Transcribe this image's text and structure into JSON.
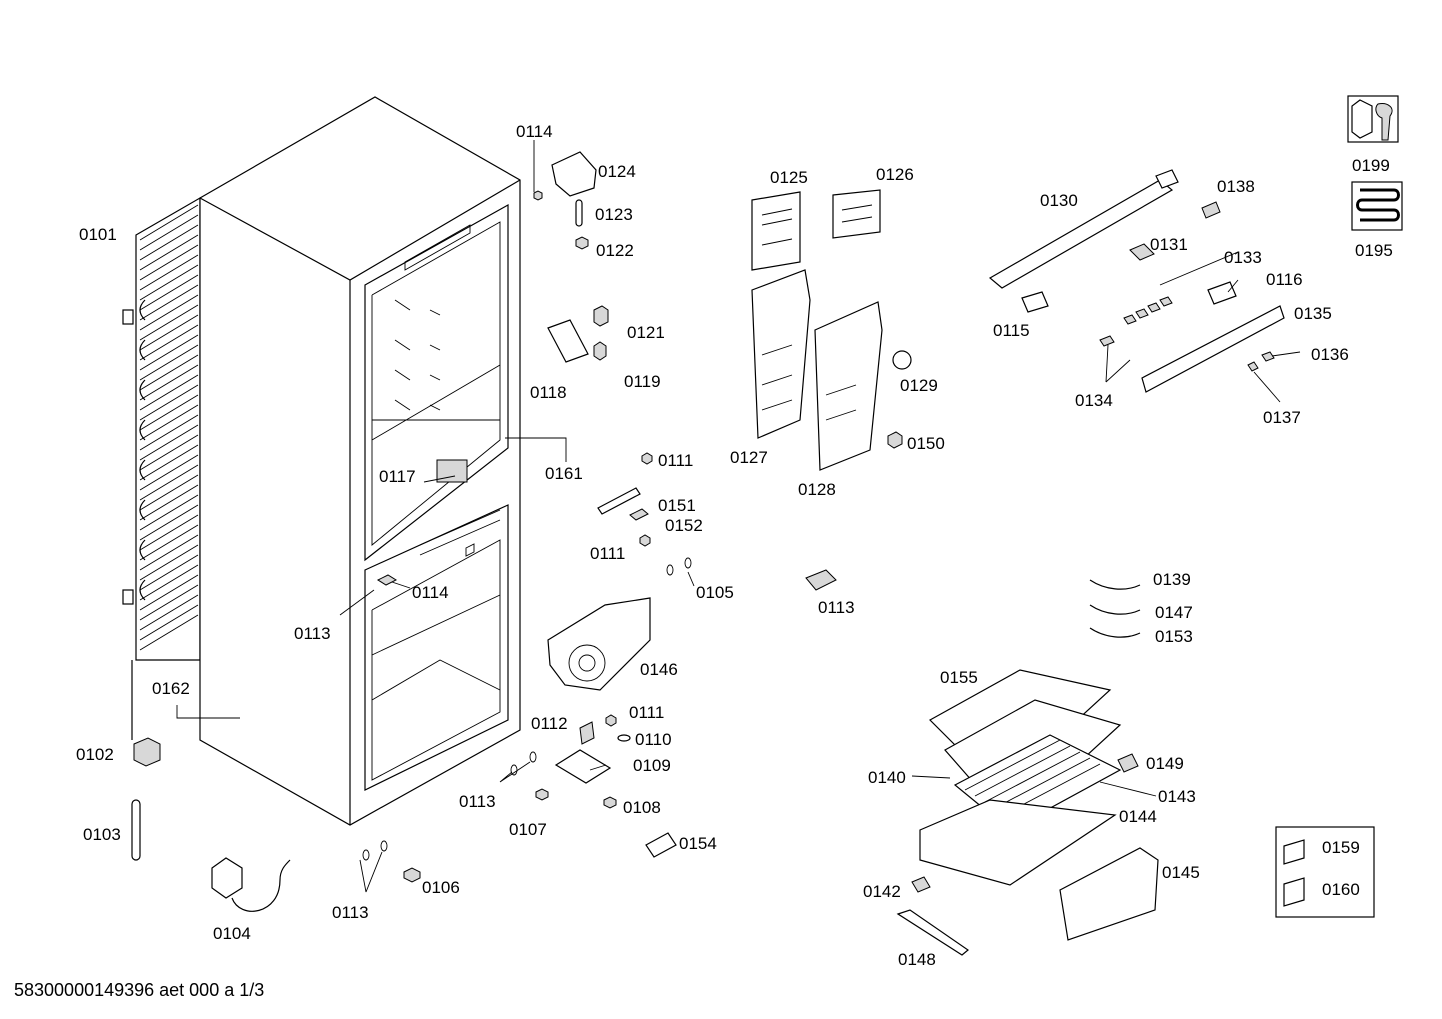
{
  "document": {
    "footer": "58300000149396 aet 000 a 1/3"
  },
  "parts": [
    {
      "id": "p0101",
      "label": "0101"
    },
    {
      "id": "p0102",
      "label": "0102"
    },
    {
      "id": "p0103",
      "label": "0103"
    },
    {
      "id": "p0104",
      "label": "0104"
    },
    {
      "id": "p0105",
      "label": "0105"
    },
    {
      "id": "p0106",
      "label": "0106"
    },
    {
      "id": "p0107",
      "label": "0107"
    },
    {
      "id": "p0108",
      "label": "0108"
    },
    {
      "id": "p0109",
      "label": "0109"
    },
    {
      "id": "p0110",
      "label": "0110"
    },
    {
      "id": "p0111a",
      "label": "0111"
    },
    {
      "id": "p0111b",
      "label": "0111"
    },
    {
      "id": "p0111c",
      "label": "0111"
    },
    {
      "id": "p0112",
      "label": "0112"
    },
    {
      "id": "p0113a",
      "label": "0113"
    },
    {
      "id": "p0113b",
      "label": "0113"
    },
    {
      "id": "p0113c",
      "label": "0113"
    },
    {
      "id": "p0113d",
      "label": "0113"
    },
    {
      "id": "p0114a",
      "label": "0114"
    },
    {
      "id": "p0114b",
      "label": "0114"
    },
    {
      "id": "p0115",
      "label": "0115"
    },
    {
      "id": "p0116",
      "label": "0116"
    },
    {
      "id": "p0117",
      "label": "0117"
    },
    {
      "id": "p0118",
      "label": "0118"
    },
    {
      "id": "p0119",
      "label": "0119"
    },
    {
      "id": "p0121",
      "label": "0121"
    },
    {
      "id": "p0122",
      "label": "0122"
    },
    {
      "id": "p0123",
      "label": "0123"
    },
    {
      "id": "p0124",
      "label": "0124"
    },
    {
      "id": "p0125",
      "label": "0125"
    },
    {
      "id": "p0126",
      "label": "0126"
    },
    {
      "id": "p0127",
      "label": "0127"
    },
    {
      "id": "p0128",
      "label": "0128"
    },
    {
      "id": "p0129",
      "label": "0129"
    },
    {
      "id": "p0130",
      "label": "0130"
    },
    {
      "id": "p0131",
      "label": "0131"
    },
    {
      "id": "p0133",
      "label": "0133"
    },
    {
      "id": "p0134",
      "label": "0134"
    },
    {
      "id": "p0135",
      "label": "0135"
    },
    {
      "id": "p0136",
      "label": "0136"
    },
    {
      "id": "p0137",
      "label": "0137"
    },
    {
      "id": "p0138",
      "label": "0138"
    },
    {
      "id": "p0139",
      "label": "0139"
    },
    {
      "id": "p0140",
      "label": "0140"
    },
    {
      "id": "p0142",
      "label": "0142"
    },
    {
      "id": "p0143",
      "label": "0143"
    },
    {
      "id": "p0144",
      "label": "0144"
    },
    {
      "id": "p0145",
      "label": "0145"
    },
    {
      "id": "p0146",
      "label": "0146"
    },
    {
      "id": "p0147",
      "label": "0147"
    },
    {
      "id": "p0148",
      "label": "0148"
    },
    {
      "id": "p0149",
      "label": "0149"
    },
    {
      "id": "p0150",
      "label": "0150"
    },
    {
      "id": "p0151",
      "label": "0151"
    },
    {
      "id": "p0152",
      "label": "0152"
    },
    {
      "id": "p0153",
      "label": "0153"
    },
    {
      "id": "p0154",
      "label": "0154"
    },
    {
      "id": "p0155",
      "label": "0155"
    },
    {
      "id": "p0159",
      "label": "0159"
    },
    {
      "id": "p0160",
      "label": "0160"
    },
    {
      "id": "p0161",
      "label": "0161"
    },
    {
      "id": "p0162",
      "label": "0162"
    },
    {
      "id": "p0195",
      "label": "0195"
    },
    {
      "id": "p0199",
      "label": "0199"
    }
  ],
  "icons": {
    "tool_kit": "wrench-nut-icon",
    "heater_kit": "heating-coil-icon"
  }
}
